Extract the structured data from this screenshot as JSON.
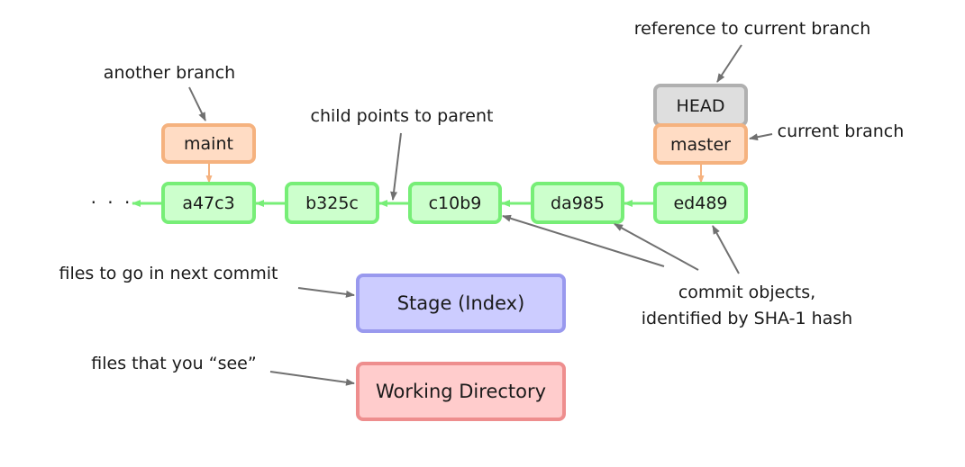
{
  "colors": {
    "commit_fill": "#ccffcc",
    "commit_stroke": "#77ee77",
    "branch_fill": "#ffdcc4",
    "branch_stroke": "#f5b27f",
    "head_fill": "#dedede",
    "head_stroke": "#b0b0b0",
    "stage_fill": "#ccccff",
    "stage_stroke": "#9999ee",
    "workdir_fill": "#ffcccc",
    "workdir_stroke": "#ee8e8e",
    "arrow_gray": "#707070",
    "arrow_green": "#77ee77",
    "arrow_orange": "#f5b27f"
  },
  "commits": {
    "ellipsis": "· · ·",
    "c1": "a47c3",
    "c2": "b325c",
    "c3": "c10b9",
    "c4": "da985",
    "c5": "ed489"
  },
  "refs": {
    "maint": "maint",
    "master": "master",
    "head": "HEAD"
  },
  "areas": {
    "stage": "Stage (Index)",
    "workdir": "Working Directory"
  },
  "annotations": {
    "head_ref": "reference to current branch",
    "another_branch": "another branch",
    "child_parent": "child points to parent",
    "current_branch": "current branch",
    "commit_objects_line1": "commit objects,",
    "commit_objects_line2": "identified by SHA-1 hash",
    "next_commit": "files to go in next commit",
    "you_see": "files that you “see”"
  }
}
